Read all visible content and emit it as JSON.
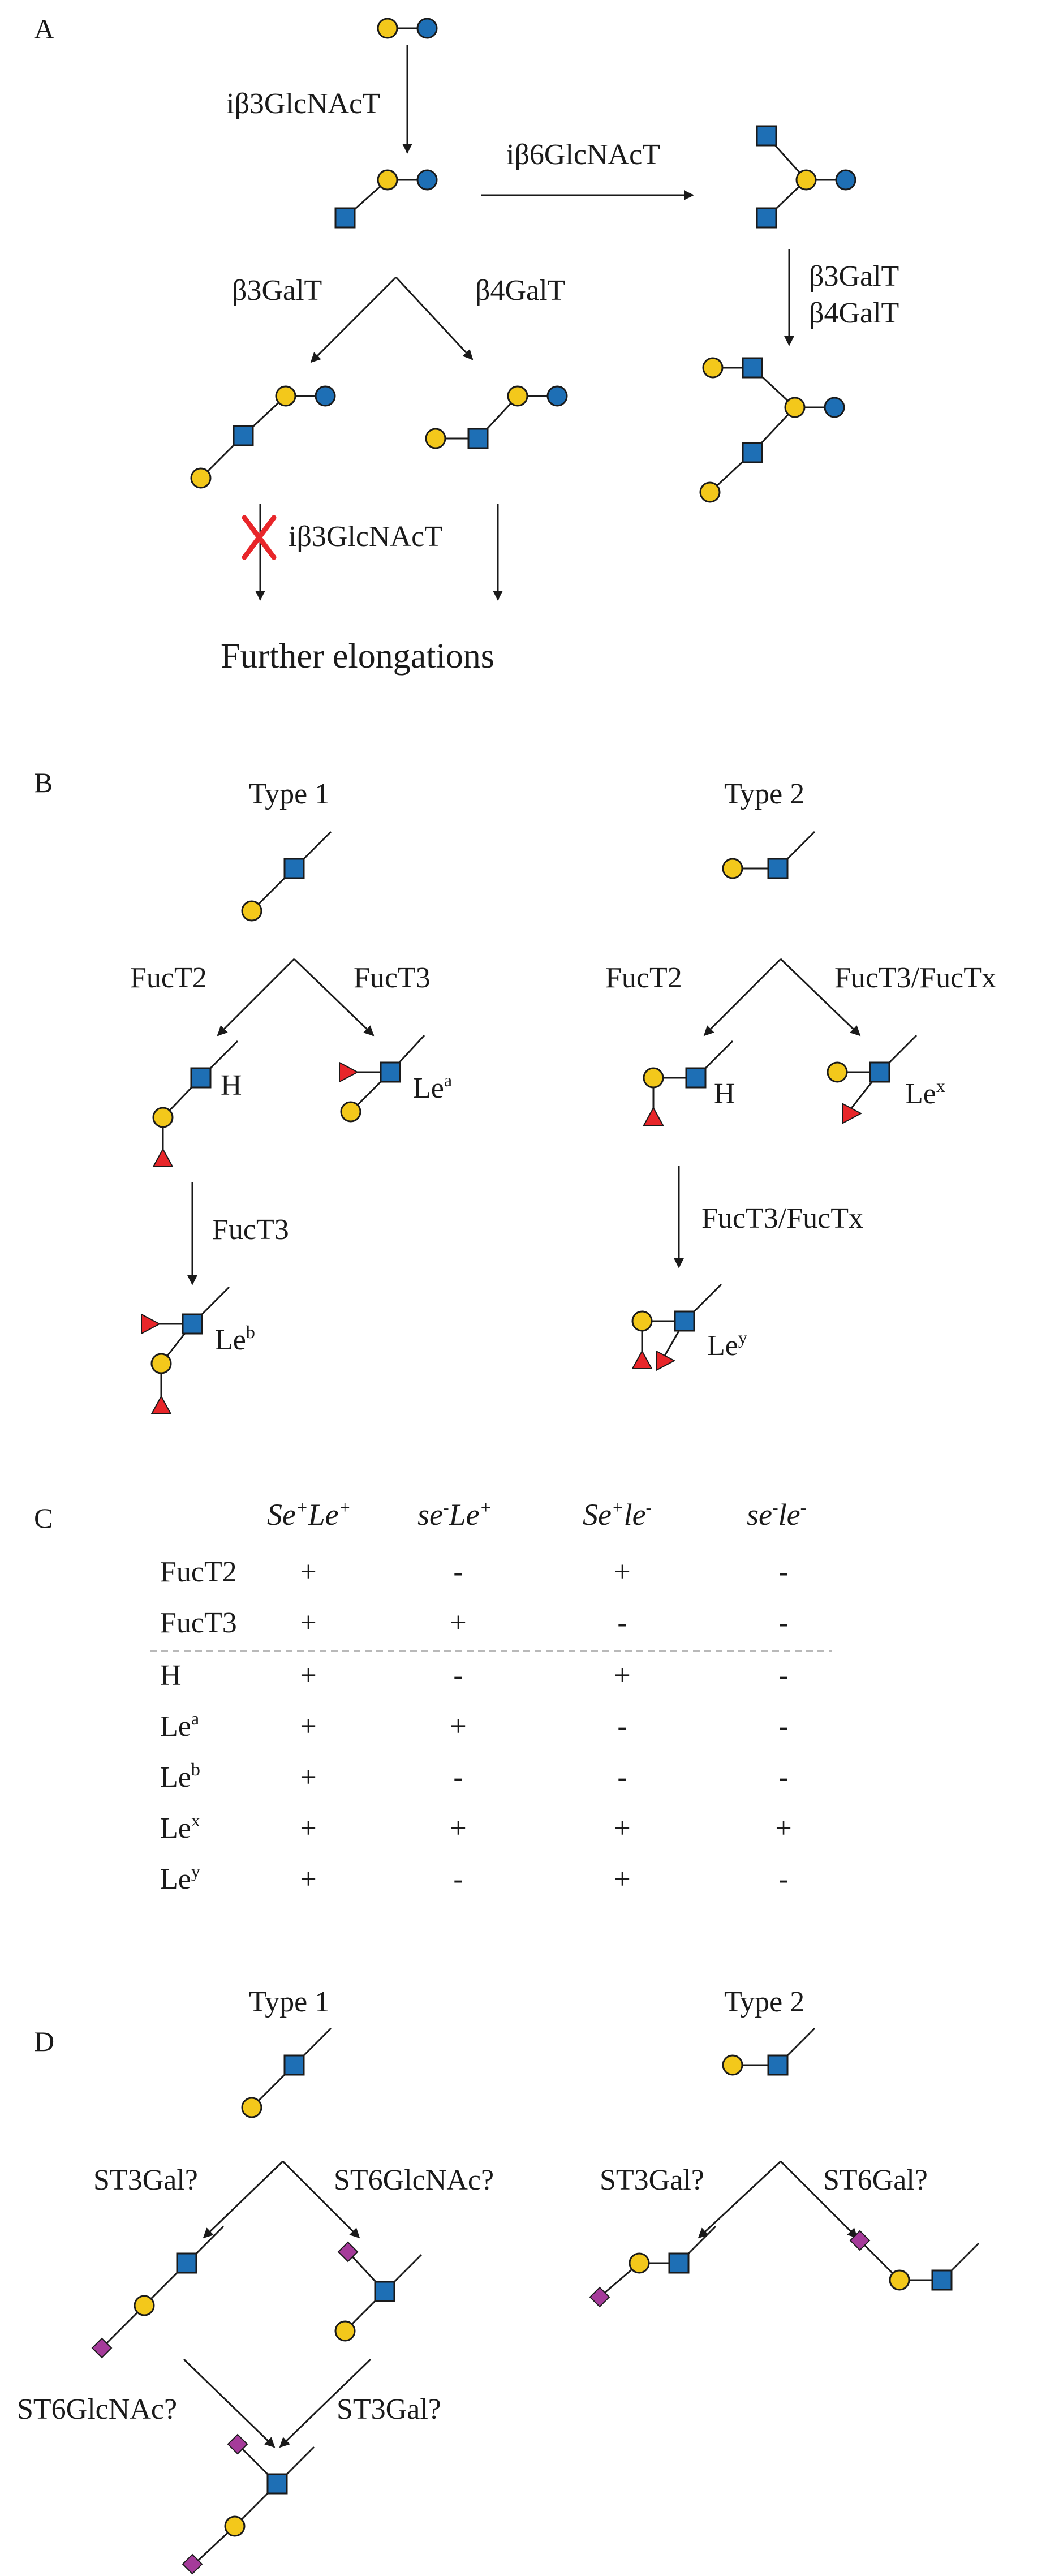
{
  "colors": {
    "galactose": "#f3c81b",
    "glucose": "#1e6fb5",
    "glcnac": "#1e6fb5",
    "fucose": "#e8262a",
    "sialic_acid": "#a53b9a",
    "arrow": "#1a1a1a",
    "blocked_mark": "#e8262a",
    "divider": "#b9b9b9"
  },
  "panel_a": {
    "letter": "A",
    "enzyme_ib3": "iβ3GlcNAcT",
    "enzyme_ib6": "iβ6GlcNAcT",
    "enzyme_b3galt": "β3GalT",
    "enzyme_b4galt": "β4GalT",
    "enzyme_stack_b3": "β3GalT",
    "enzyme_stack_b4": "β4GalT",
    "enzyme_blocked": "iβ3GlcNAcT",
    "blocked_mark": "X",
    "result": "Further elongations"
  },
  "panel_b": {
    "letter": "B",
    "type1": "Type 1",
    "type2": "Type 2",
    "fuct2_left": "FucT2",
    "fuct3_left": "FucT3",
    "fuct2_right": "FucT2",
    "fuct3x_right": "FucT3/FucTx",
    "fuct3_down": "FucT3",
    "fuct3x_down": "FucT3/FucTx",
    "h_left": "H",
    "h_right": "H",
    "le_base": "Le",
    "lea_sup": "a",
    "leb_sup": "b",
    "lex_sup": "x",
    "ley_sup": "y"
  },
  "panel_c": {
    "letter": "C",
    "columns": [
      {
        "a": "Se",
        "a_sup": "+",
        "b": "Le",
        "b_sup": "+"
      },
      {
        "a": "se",
        "a_sup": "-",
        "b": "Le",
        "b_sup": "+"
      },
      {
        "a": "Se",
        "a_sup": "+",
        "b": "le",
        "b_sup": "-"
      },
      {
        "a": "se",
        "a_sup": "-",
        "b": "le",
        "b_sup": "-"
      }
    ],
    "rows": [
      {
        "label": "FucT2",
        "sup": "",
        "cells": [
          "+",
          "-",
          "+",
          "-"
        ]
      },
      {
        "label": "FucT3",
        "sup": "",
        "cells": [
          "+",
          "+",
          "-",
          "-"
        ]
      },
      {
        "label": "H",
        "sup": "",
        "cells": [
          "+",
          "-",
          "+",
          "-"
        ]
      },
      {
        "label": "Le",
        "sup": "a",
        "cells": [
          "+",
          "+",
          "-",
          "-"
        ]
      },
      {
        "label": "Le",
        "sup": "b",
        "cells": [
          "+",
          "-",
          "-",
          "-"
        ]
      },
      {
        "label": "Le",
        "sup": "x",
        "cells": [
          "+",
          "+",
          "+",
          "+"
        ]
      },
      {
        "label": "Le",
        "sup": "y",
        "cells": [
          "+",
          "-",
          "+",
          "-"
        ]
      }
    ]
  },
  "panel_d": {
    "letter": "D",
    "type1": "Type 1",
    "type2": "Type 2",
    "st3gal_left": "ST3Gal?",
    "st6glcnac_left": "ST6GlcNAc?",
    "st3gal_right": "ST3Gal?",
    "st6gal_right": "ST6Gal?",
    "st6glcnac_bottom": "ST6GlcNAc?",
    "st3gal_bottom": "ST3Gal?"
  }
}
